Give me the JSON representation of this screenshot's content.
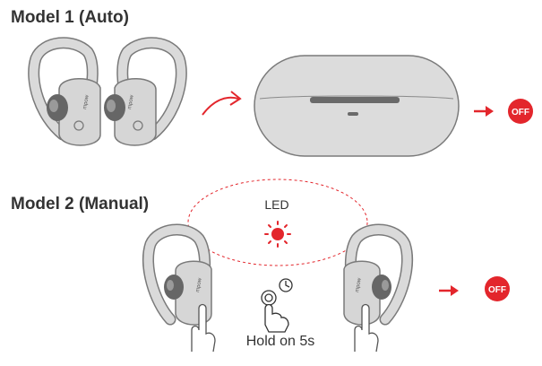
{
  "model1": {
    "heading": "Model 1 (Auto)",
    "off_badge": "OFF",
    "earbud_logo": "mpow"
  },
  "model2": {
    "heading": "Model 2 (Manual)",
    "led_label": "LED",
    "instruction": "Hold on 5s",
    "off_badge": "OFF",
    "earbud_logo": "mpow"
  },
  "colors": {
    "accent_red": "#e3262c",
    "earbud_fill": "#d6d6d6",
    "earbud_stroke": "#7a7a7a",
    "case_fill": "#dcdcdc",
    "heading_text": "#333333"
  },
  "icons": [
    "curved-arrow-icon",
    "right-arrow-icon",
    "led-flash-icon",
    "press-hand-icon",
    "clock-icon",
    "finger-icon"
  ]
}
